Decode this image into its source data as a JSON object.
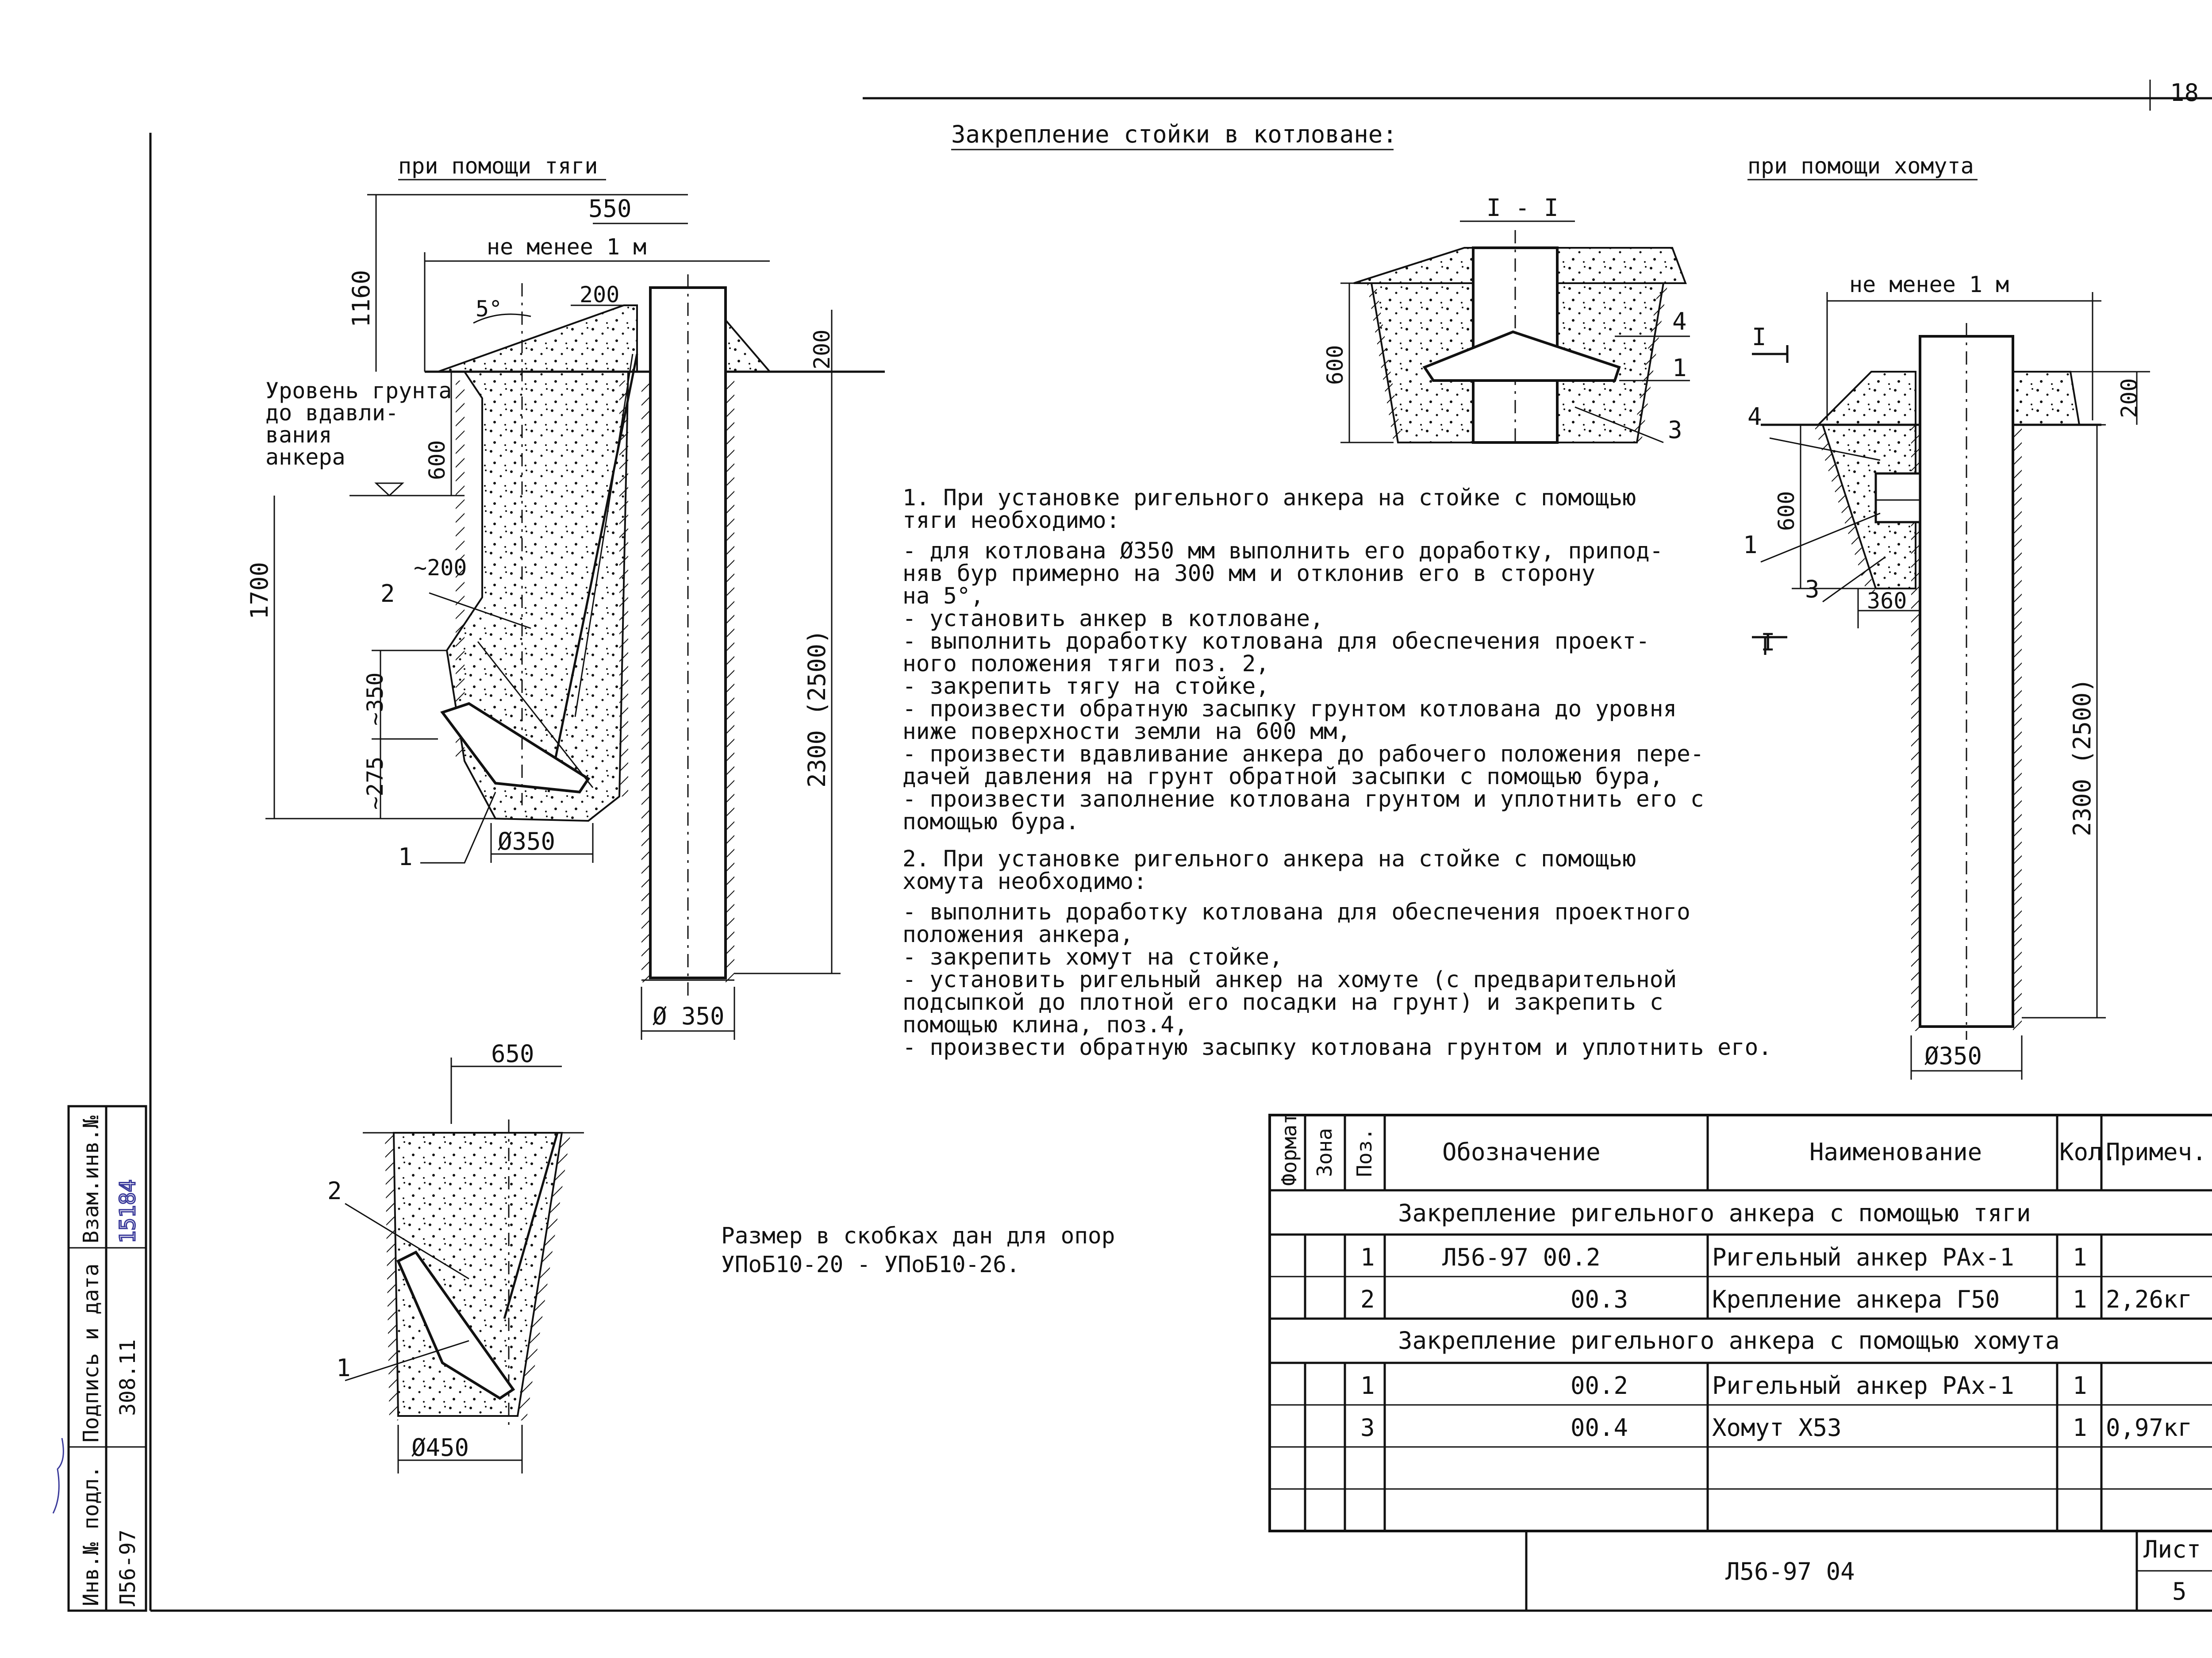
{
  "sheet_number": "18",
  "title": "Закрепление стойки в котловане:",
  "left_view": {
    "caption": "при помощи тяги",
    "dims": {
      "d1160": "1160",
      "d550": "550",
      "d_min1m": "не менее 1 м",
      "d5deg": "5°",
      "d200_top": "200",
      "d200_right": "200",
      "d600": "600",
      "d1700": "1700",
      "d200_side": "~200",
      "d350": "~350",
      "d275": "~275",
      "d2300": "2300 (2500)",
      "dia350_pit": "Ø350",
      "dia350_post": "Ø 350"
    },
    "ground_label": [
      "Уровень грунта",
      "до вдавли-",
      "вания",
      "анкера"
    ],
    "pos_labels": {
      "p1": "1",
      "p2": "2"
    }
  },
  "section_view": {
    "caption": "I - I",
    "dims": {
      "d600": "600"
    },
    "pos_labels": {
      "p4": "4",
      "p1": "1",
      "p3": "3"
    }
  },
  "right_view": {
    "caption": "при помощи хомута",
    "dims": {
      "d_min1m": "не менее 1 м",
      "d200": "200",
      "d600": "600",
      "d360": "360",
      "d2300": "2300 (2500)",
      "dia350": "Ø350"
    },
    "cut_marks": {
      "top": "I",
      "bottom": "I"
    },
    "pos_labels": {
      "p4": "4",
      "p1": "1",
      "p3": "3"
    }
  },
  "bottom_view": {
    "dims": {
      "d650": "650",
      "dia450": "Ø450"
    },
    "pos_labels": {
      "p2": "2",
      "p1": "1"
    }
  },
  "instructions": {
    "section1": {
      "heading": [
        "1. При установке ригельного анкера на стойке с помощью",
        "тяги необходимо:"
      ],
      "items": [
        "- для котлована Ø350 мм выполнить его доработку, припод-",
        "  няв бур примерно на 300 мм и отклонив его в сторону",
        "  на 5°,",
        "- установить анкер в котловане,",
        "- выполнить доработку котлована для обеспечения проект-",
        "  ного положения тяги поз. 2,",
        "- закрепить тягу на стойке,",
        "- произвести обратную засыпку грунтом котлована до уровня",
        "  ниже поверхности земли на 600 мм,",
        "- произвести вдавливание анкера до рабочего положения пере-",
        "  дачей давления на грунт обратной засыпки с помощью бура,",
        "- произвести заполнение котлована грунтом и уплотнить его с",
        "  помощью бура."
      ]
    },
    "section2": {
      "heading": [
        "2. При установке ригельного анкера на стойке с помощью",
        "хомута необходимо:"
      ],
      "items": [
        "- выполнить доработку котлована для обеспечения проектного",
        "  положения анкера,",
        "- закрепить хомут на стойке,",
        "- установить ригельный анкер на хомуте (с предварительной",
        "  подсыпкой до плотной его посадки на грунт) и закрепить с",
        "  помощью клина, поз.4,",
        "- произвести обратную засыпку котлована грунтом и уплотнить его."
      ]
    }
  },
  "side_note": [
    "Размер в скобках дан для опор",
    "УПоБ10-20 - УПоБ10-26."
  ],
  "spec_table": {
    "headers": [
      "Формат",
      "Зона",
      "Поз.",
      "Обозначение",
      "Наименование",
      "Кол.",
      "Примеч."
    ],
    "group1": "Закрепление ригельного анкера с помощью тяги",
    "group1_rows": [
      {
        "pos": "1",
        "designation": "Л56-97    00.2",
        "name": "Ригельный анкер РАх-1",
        "qty": "1",
        "note": ""
      },
      {
        "pos": "2",
        "designation": "00.3",
        "name": "Крепление анкера Г50",
        "qty": "1",
        "note": "2,26кг"
      }
    ],
    "group2": "Закрепление ригельного анкера с помощью хомута",
    "group2_rows": [
      {
        "pos": "1",
        "designation": "00.2",
        "name": "Ригельный анкер РАх-1",
        "qty": "1",
        "note": ""
      },
      {
        "pos": "3",
        "designation": "00.4",
        "name": "Хомут Х53",
        "qty": "1",
        "note": "0,97кг"
      }
    ]
  },
  "title_block": {
    "doc_code": "Л56-97    04",
    "sheet_label": "Лист",
    "sheet_value": "5"
  },
  "left_stamp": {
    "inv_label": "Инв.№ подл.",
    "inv_value": "Л56-97",
    "sign_label": "Подпись и дата",
    "sign_value": "308.11",
    "replace_label": "Взам.инв.№",
    "replace_value": "15184"
  }
}
